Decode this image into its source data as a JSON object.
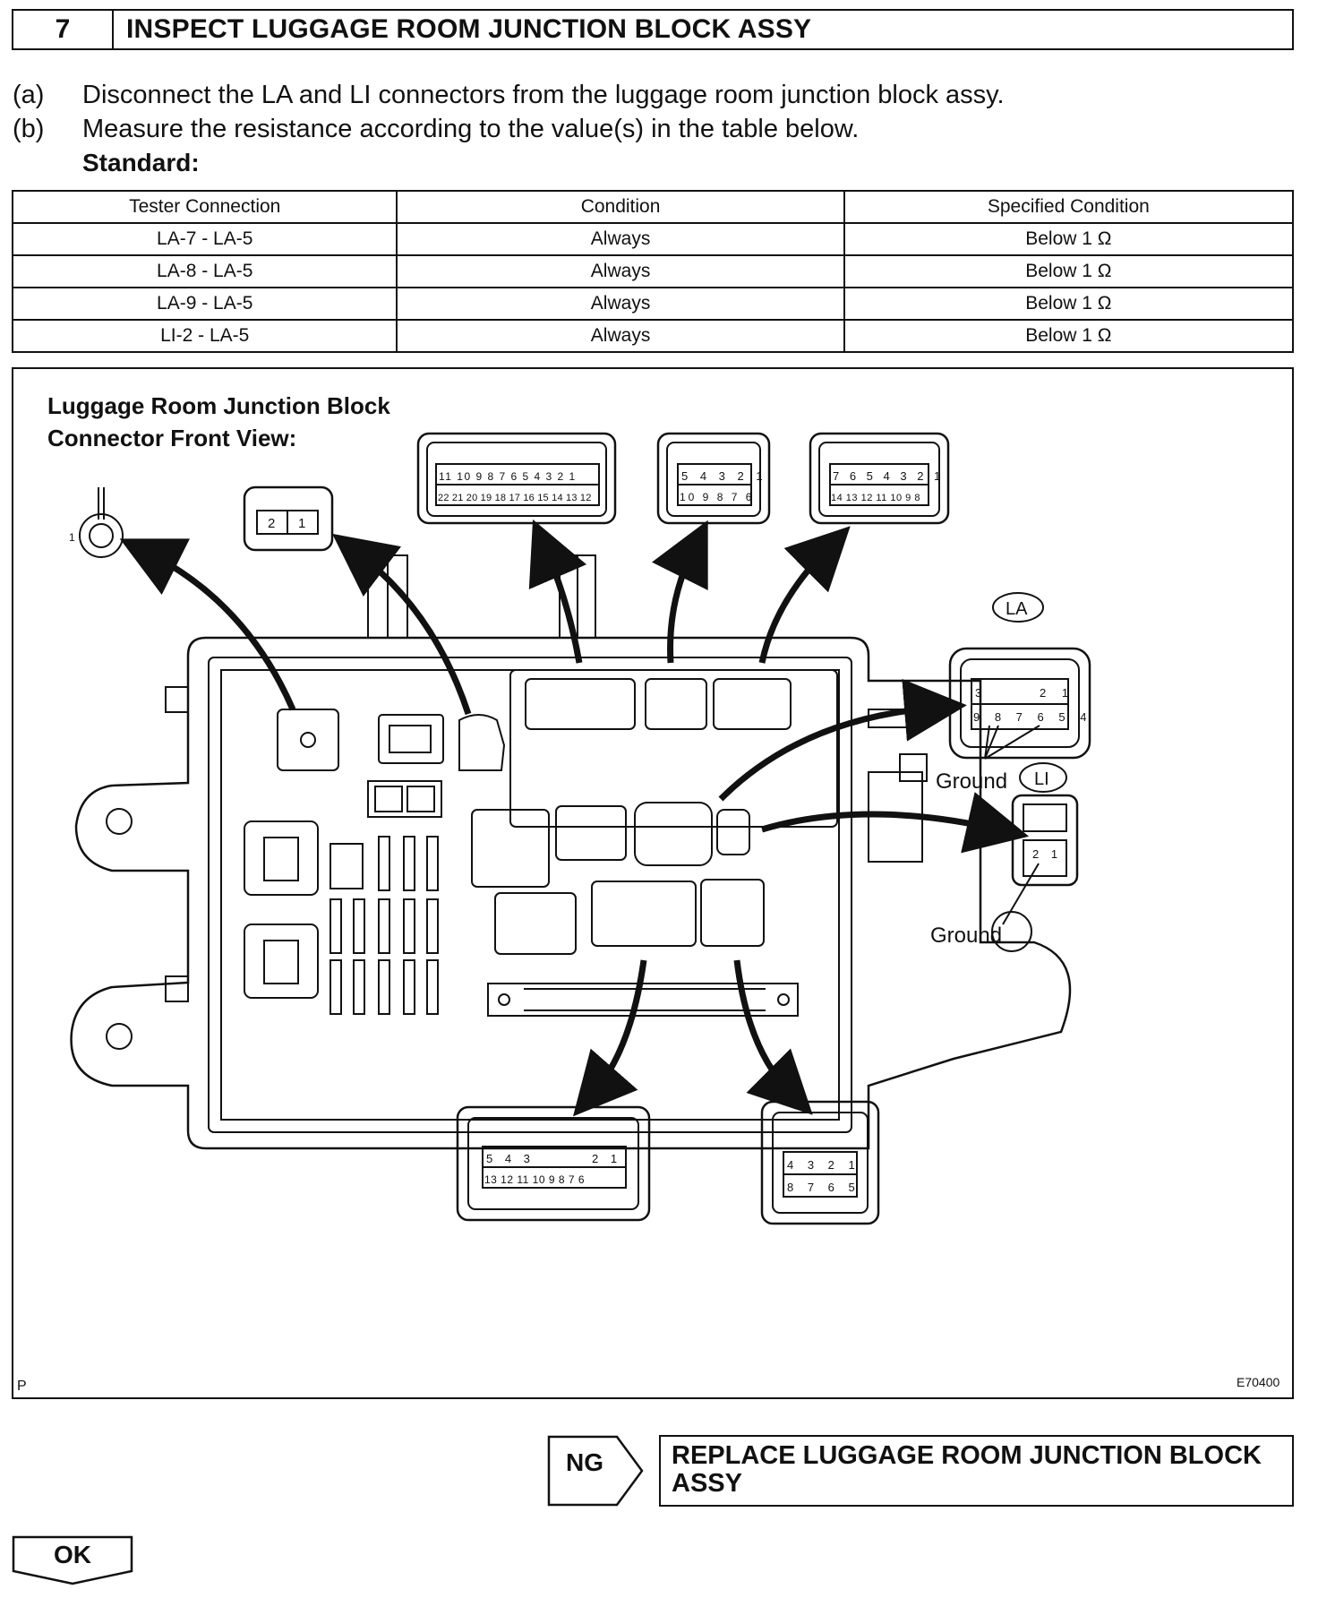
{
  "step": {
    "number": "7",
    "title": "INSPECT LUGGAGE ROOM JUNCTION BLOCK ASSY"
  },
  "instructions": [
    {
      "label": "(a)",
      "text": "Disconnect the LA and LI connectors from the luggage room junction block assy."
    },
    {
      "label": "(b)",
      "text": "Measure the resistance according to the value(s) in the table below."
    }
  ],
  "standard_label": "Standard:",
  "table": {
    "headers": [
      "Tester Connection",
      "Condition",
      "Specified Condition"
    ],
    "rows": [
      [
        "LA-7 - LA-5",
        "Always",
        "Below 1 Ω"
      ],
      [
        "LA-8 - LA-5",
        "Always",
        "Below 1 Ω"
      ],
      [
        "LA-9 - LA-5",
        "Always",
        "Below 1 Ω"
      ],
      [
        "LI-2 - LA-5",
        "Always",
        "Below 1 Ω"
      ]
    ]
  },
  "figure": {
    "title_line1": "Luggage Room Junction Block",
    "title_line2": "Connector Front View:",
    "connector_la": "LA",
    "connector_li": "LI",
    "ground_label": "Ground",
    "terminal_1": "1",
    "corner_letter": "P",
    "code": "E70400",
    "pins": {
      "small2": [
        "2",
        "1"
      ],
      "c22_top": [
        "11",
        "10",
        "9",
        "8",
        "7",
        "6",
        "5",
        "4",
        "3",
        "2",
        "1"
      ],
      "c22_bot": [
        "22",
        "21",
        "20",
        "19",
        "18",
        "17",
        "16",
        "15",
        "14",
        "13",
        "12"
      ],
      "c10_top": [
        "5",
        "4",
        "3",
        "2",
        "1"
      ],
      "c10_bot": [
        "10",
        "9",
        "8",
        "7",
        "6"
      ],
      "c14_top": [
        "7",
        "6",
        "5",
        "4",
        "3",
        "2",
        "1"
      ],
      "c14_bot": [
        "14",
        "13",
        "12",
        "11",
        "10",
        "9",
        "8"
      ],
      "la_top_left": "3",
      "la_top_right": [
        "2",
        "1"
      ],
      "la_bot": [
        "9",
        "8",
        "7",
        "6",
        "5",
        "4"
      ],
      "li": [
        "2",
        "1"
      ],
      "c13_top_left": [
        "5",
        "4",
        "3"
      ],
      "c13_top_right": [
        "2",
        "1"
      ],
      "c13_bot": [
        "13",
        "12",
        "11",
        "10",
        "9",
        "8",
        "7",
        "6"
      ],
      "c8_top": [
        "4",
        "3",
        "2",
        "1"
      ],
      "c8_bot": [
        "8",
        "7",
        "6",
        "5"
      ]
    }
  },
  "result_ng": {
    "label": "NG",
    "text_line1": "REPLACE LUGGAGE ROOM JUNCTION BLOCK",
    "text_line2": "ASSY"
  },
  "result_ok": {
    "label": "OK"
  }
}
